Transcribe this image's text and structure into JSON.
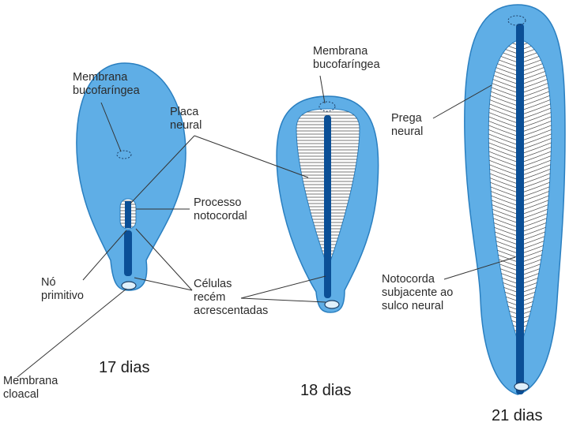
{
  "labels": {
    "membrana_bucofaringea_1": "Membrana\nbucofaríngea",
    "membrana_bucofaringea_2": "Membrana\nbucofaríngea",
    "placa_neural": "Placa\nneural",
    "processo_notocordal": "Processo\nnotocordal",
    "no_primitivo": "Nó\nprimitivo",
    "celulas_recem_acrescentadas": "Células\nrecém\nacrescentadas",
    "membrana_cloacal": "Membrana\ncloacal",
    "prega_neural": "Prega\nneural",
    "notocorda_subjacente": "Notocorda\nsubjacente ao\nsulco neural"
  },
  "stages": {
    "day17": "17 dias",
    "day18": "18 dias",
    "day21": "21 dias"
  },
  "colors": {
    "disc_fill": "#5faee6",
    "disc_stroke": "#2a7fc0",
    "plate_fill": "#ffffff",
    "notochord": "#0b4f96",
    "leader_line": "#333333"
  }
}
